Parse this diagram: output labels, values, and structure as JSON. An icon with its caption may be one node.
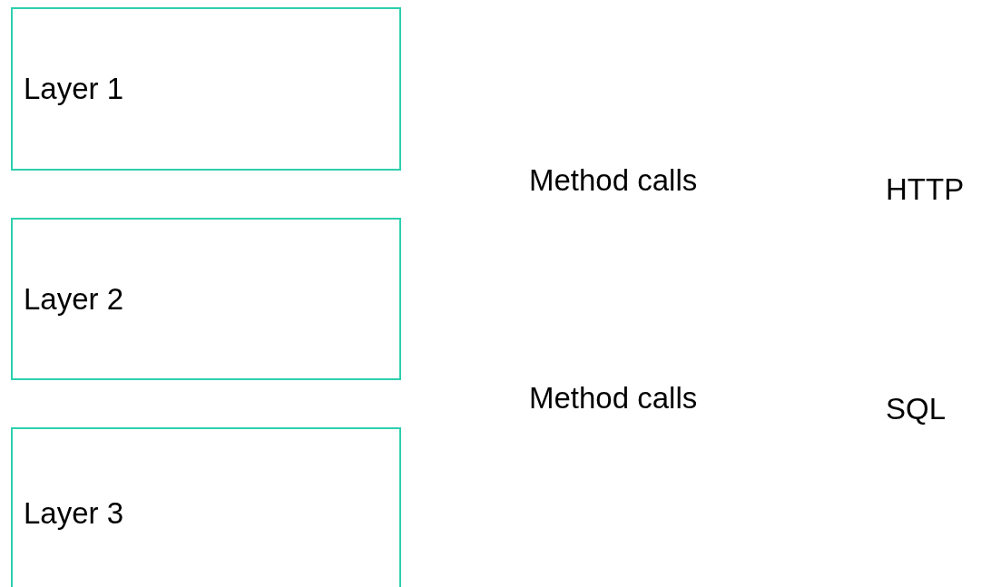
{
  "diagram": {
    "nodes": [
      {
        "text": [
          "Layer 1"
        ]
      },
      {
        "text": [
          "Layer 2"
        ]
      },
      {
        "text": [
          "Layer 3"
        ]
      }
    ],
    "edges": [],
    "labels": [
      "Method calls",
      "HTTP",
      "Method calls",
      "SQL"
    ]
  }
}
